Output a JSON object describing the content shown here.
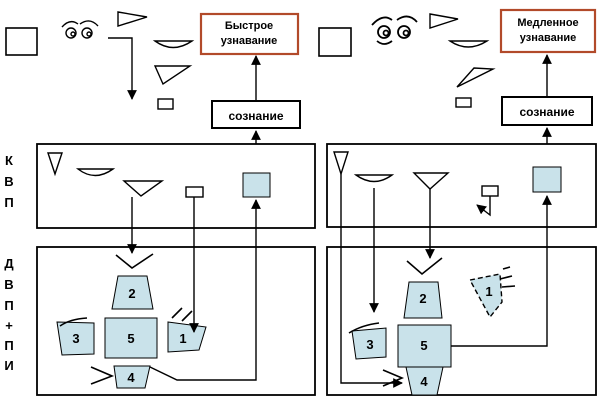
{
  "side_labels": {
    "kvp": [
      "К",
      "В",
      "П"
    ],
    "dvpi": [
      "Д",
      "В",
      "П",
      "+",
      "П",
      "И"
    ]
  },
  "left_panel": {
    "result_label": [
      "Быстрое",
      "узнавание"
    ],
    "awareness_label": "сознание",
    "part_numbers": [
      "1",
      "2",
      "3",
      "4",
      "5"
    ]
  },
  "right_panel": {
    "result_label": [
      "Медленное",
      "узнавание"
    ],
    "awareness_label": "сознание",
    "part_numbers": [
      "1",
      "2",
      "3",
      "4",
      "5"
    ]
  },
  "colors": {
    "part_fill": "#c9e2ea",
    "result_border": "#b24a2a",
    "stroke": "#000000"
  }
}
